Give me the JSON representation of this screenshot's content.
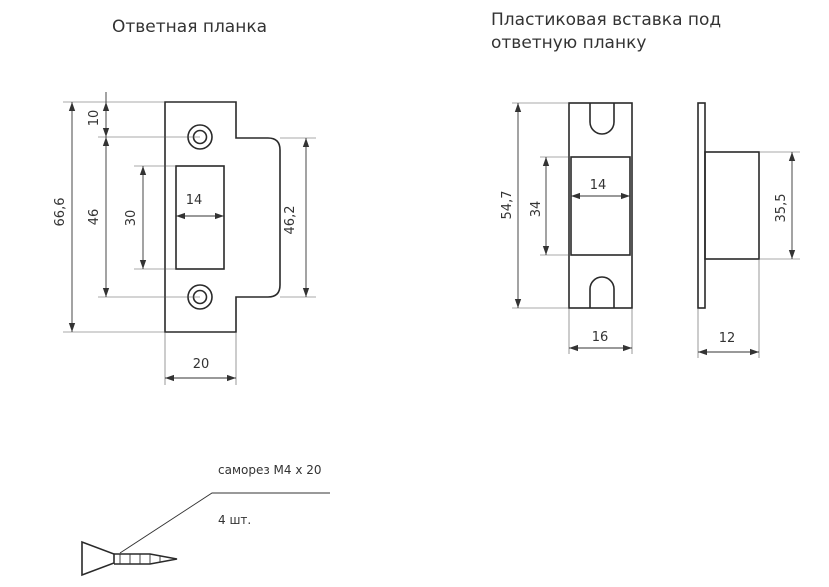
{
  "titles": {
    "strike_plate": "Ответная планка",
    "insert_line1": "Пластиковая вставка под",
    "insert_line2": "ответную планку"
  },
  "strike_dims": {
    "total_height": "66,6",
    "top_offset": "10",
    "hole_spacing": "46",
    "slot_height": "30",
    "slot_width": "14",
    "lip_height": "46,2",
    "plate_width": "20"
  },
  "insert_dims": {
    "total_height": "54,7",
    "window_height": "34",
    "window_width": "14",
    "insert_width": "16",
    "depth": "12",
    "box_height": "35,5"
  },
  "screw": {
    "label": "саморез М4 х 20",
    "quantity": "4 шт."
  }
}
